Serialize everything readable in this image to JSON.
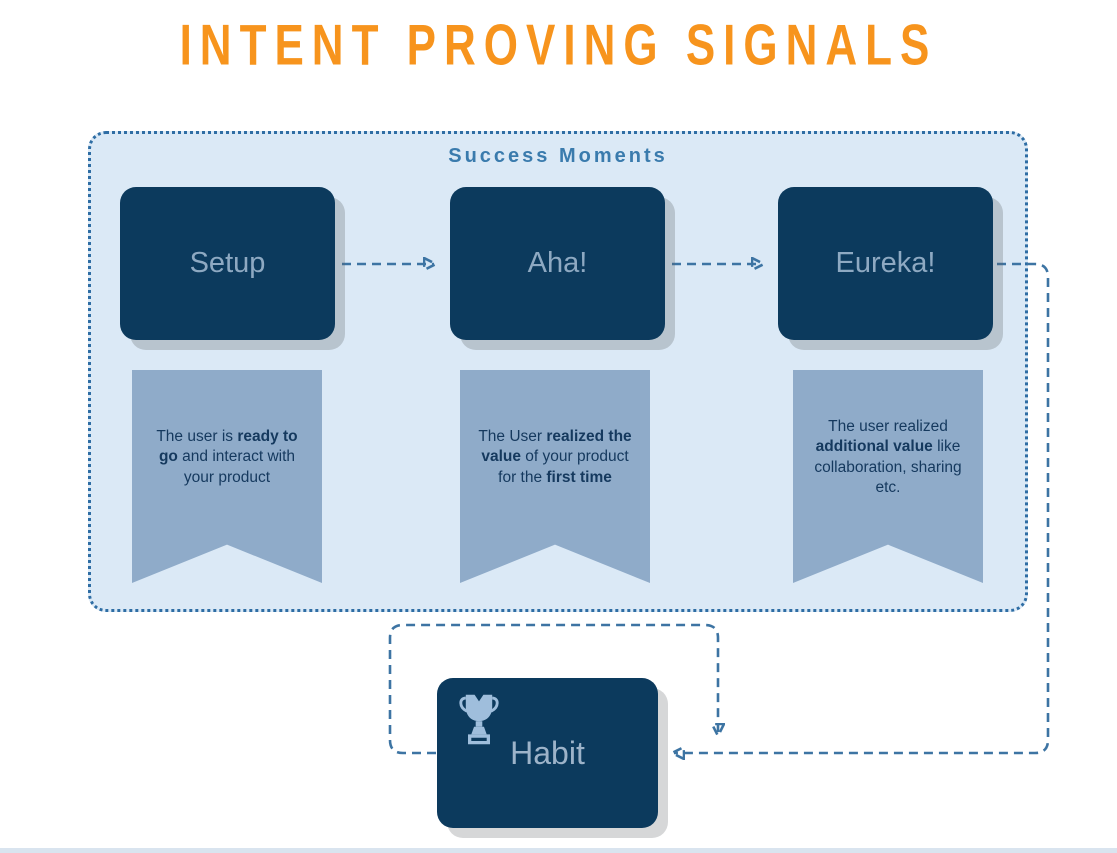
{
  "title": "INTENT PROVING SIGNALS",
  "panel": {
    "label": "Success Moments"
  },
  "stages": [
    {
      "name": "Setup",
      "description": [
        {
          "t": "The user is "
        },
        {
          "t": "ready to go",
          "b": true
        },
        {
          "t": " and interact with your product"
        }
      ]
    },
    {
      "name": "Aha!",
      "description": [
        {
          "t": "The User "
        },
        {
          "t": "realized the value",
          "b": true
        },
        {
          "t": " of your product for the "
        },
        {
          "t": "first time",
          "b": true
        }
      ]
    },
    {
      "name": "Eureka!",
      "description": [
        {
          "t": "The user realized "
        },
        {
          "t": "additional value",
          "b": true
        },
        {
          "t": " like collaboration, sharing etc."
        }
      ]
    }
  ],
  "habit": {
    "label": "Habit",
    "icon": "trophy-icon"
  },
  "connectors": [
    "setup-to-aha",
    "aha-to-eureka",
    "eureka-to-habit",
    "habit-loop"
  ],
  "colors": {
    "accent": "#f7941d",
    "navy": "#0c3a5d",
    "panel-bg": "#dbe9f6",
    "panel-border": "#2e6da4",
    "panel-label": "#3a7bad",
    "ribbon": "#8fabc9",
    "ribbon-text": "#15395e",
    "box-text": "#8ea9c2",
    "connector": "#3d74a3",
    "strip": "#d9e4ef"
  }
}
